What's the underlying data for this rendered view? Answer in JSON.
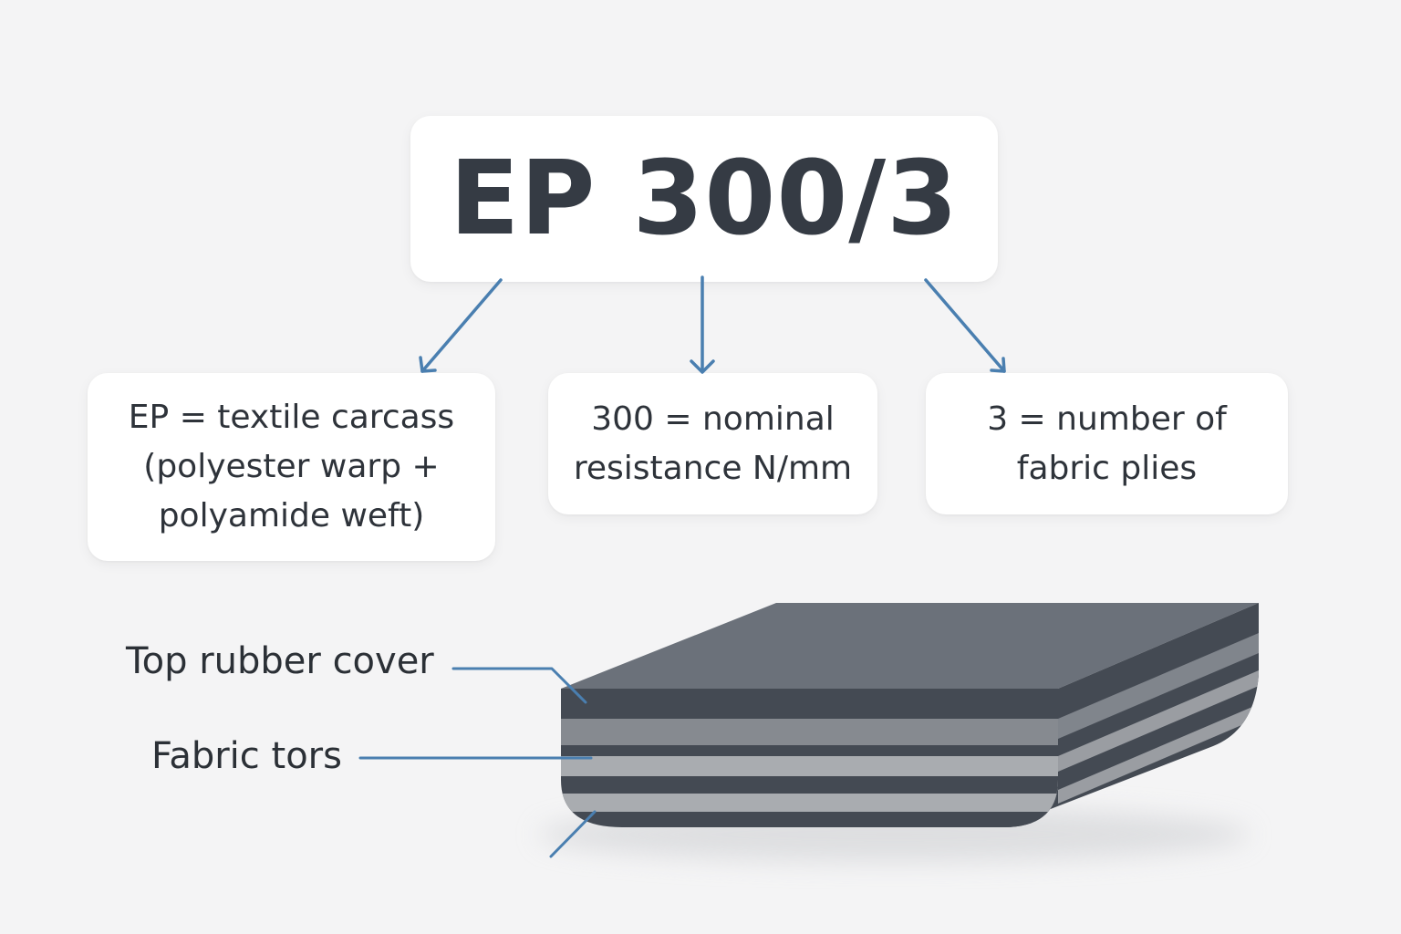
{
  "title": "EP 300/3",
  "cards": [
    {
      "text": "EP = textile carcass\n(polyester warp +\npolyamide weft)"
    },
    {
      "text": "300 = nominal\nresistance N/mm"
    },
    {
      "text": "3 = number of\nfabric plies"
    }
  ],
  "labels": {
    "top_cover": "Top rubber cover",
    "fabric": "Fabric tors"
  },
  "colors": {
    "arrow": "#4a7fb0",
    "background": "#f4f4f5",
    "belt_top": "#6b717a",
    "belt_dark": "#444a53",
    "belt_light": "#a9acb0"
  }
}
